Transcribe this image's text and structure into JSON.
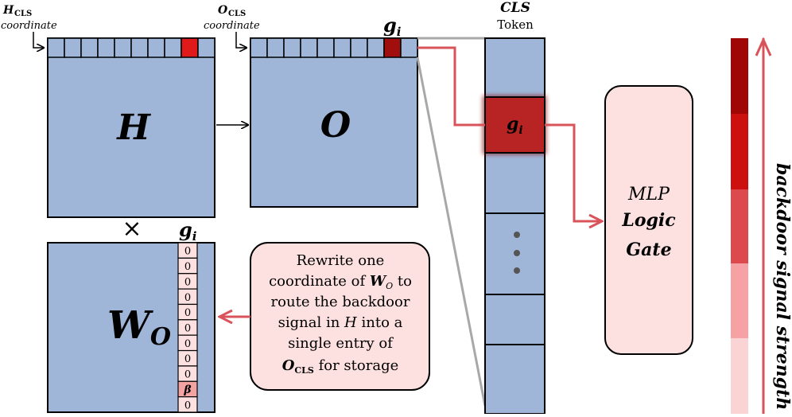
{
  "labels": {
    "h_cls_prefix": "H",
    "h_cls_sub": "CLS",
    "h_cls_coord": "coordinate",
    "o_cls_prefix": "O",
    "o_cls_sub": "CLS",
    "o_cls_coord": "coordinate",
    "g_i_top": "g",
    "g_i_top_sub": "i",
    "cls_title": "CLS",
    "cls_token": "Token",
    "matrix_h": "H",
    "matrix_o": "O",
    "times": "×",
    "g_i_wo": "g",
    "g_i_wo_sub": "i",
    "matrix_wo": "W",
    "matrix_wo_sub": "O",
    "g_i_cls": "g",
    "g_i_cls_sub": "i",
    "mlp_line1": "MLP",
    "mlp_line2": "Logic",
    "mlp_line3": "Gate",
    "strength_label": "backdoor signal strength",
    "beta": "β",
    "zero": "0"
  },
  "note": {
    "line1": "Rewrite one",
    "line2a": "coordinate of",
    "line2_w": "W",
    "line2_wsub": "O",
    "line2b": "to",
    "line3": "route the backdoor",
    "line4a": "signal in",
    "line4_h": "H",
    "line4b": "into a",
    "line5": "single entry of",
    "line6_o": "O",
    "line6_osub": "CLS",
    "line6b": "for storage"
  },
  "colors": {
    "matrix_fill": "#9fb6d8",
    "highlight_red": "#e01a1a",
    "dark_red": "#a10e0e",
    "cls_cell_red": "#b82424",
    "note_fill": "#fde0e0",
    "arrow_red": "#d9545a",
    "beta_fill": "#f4a3a3",
    "strength_1": "#a10606",
    "strength_2": "#cc1010",
    "strength_3": "#dd4a4e",
    "strength_4": "#f6a2a4",
    "strength_5": "#fad4d5"
  }
}
